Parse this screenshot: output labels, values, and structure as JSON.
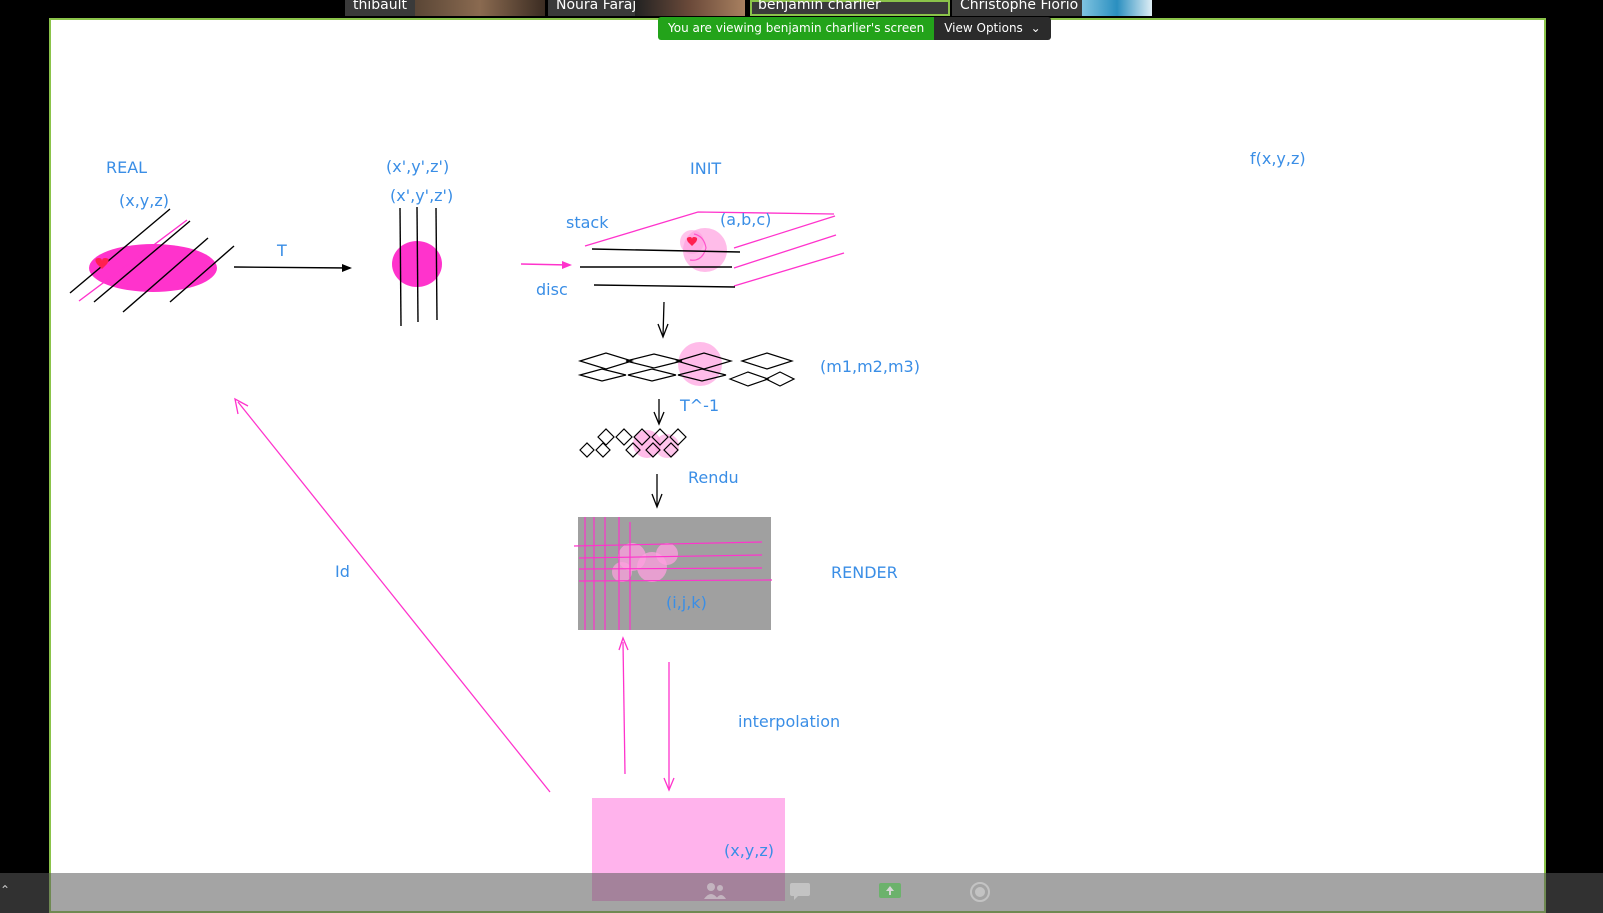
{
  "participants": [
    {
      "name": "thibault"
    },
    {
      "name": "Noura Faraj"
    },
    {
      "name": "benjamin charlier"
    },
    {
      "name": "Christophe Fiorio"
    }
  ],
  "share_banner": {
    "message": "You are viewing benjamin charlier's screen",
    "view_options_label": "View Options",
    "chevron": "⌄"
  },
  "whiteboard": {
    "labels": {
      "real": "REAL",
      "xyz_real": "(x,y,z)",
      "xp1": "(x',y',z')",
      "xp2": "(x',y',z')",
      "t": "T",
      "init": "INIT",
      "stack": "stack",
      "abc": "(a,b,c)",
      "disc": "disc",
      "m123": "(m1,m2,m3)",
      "tinv": "T^-1",
      "rendu": "Rendu",
      "render": "RENDER",
      "ijk": "(i,j,k)",
      "id": "Id",
      "interpolation": "interpolation",
      "xyz_bottom": "(x,y,z)",
      "fxyz": "f(x,y,z)"
    },
    "colors": {
      "ink_blue": "#3a8ee6",
      "ink_pink": "#ff33cc",
      "fill_pink": "#ff33cc",
      "soft_pink": "#ffb3ec",
      "grey_box": "#a0a0a0",
      "heart_red": "#ff2050"
    }
  },
  "toolbar": {
    "icons": [
      "participants-icon",
      "chat-icon",
      "share-screen-icon",
      "record-icon"
    ]
  }
}
